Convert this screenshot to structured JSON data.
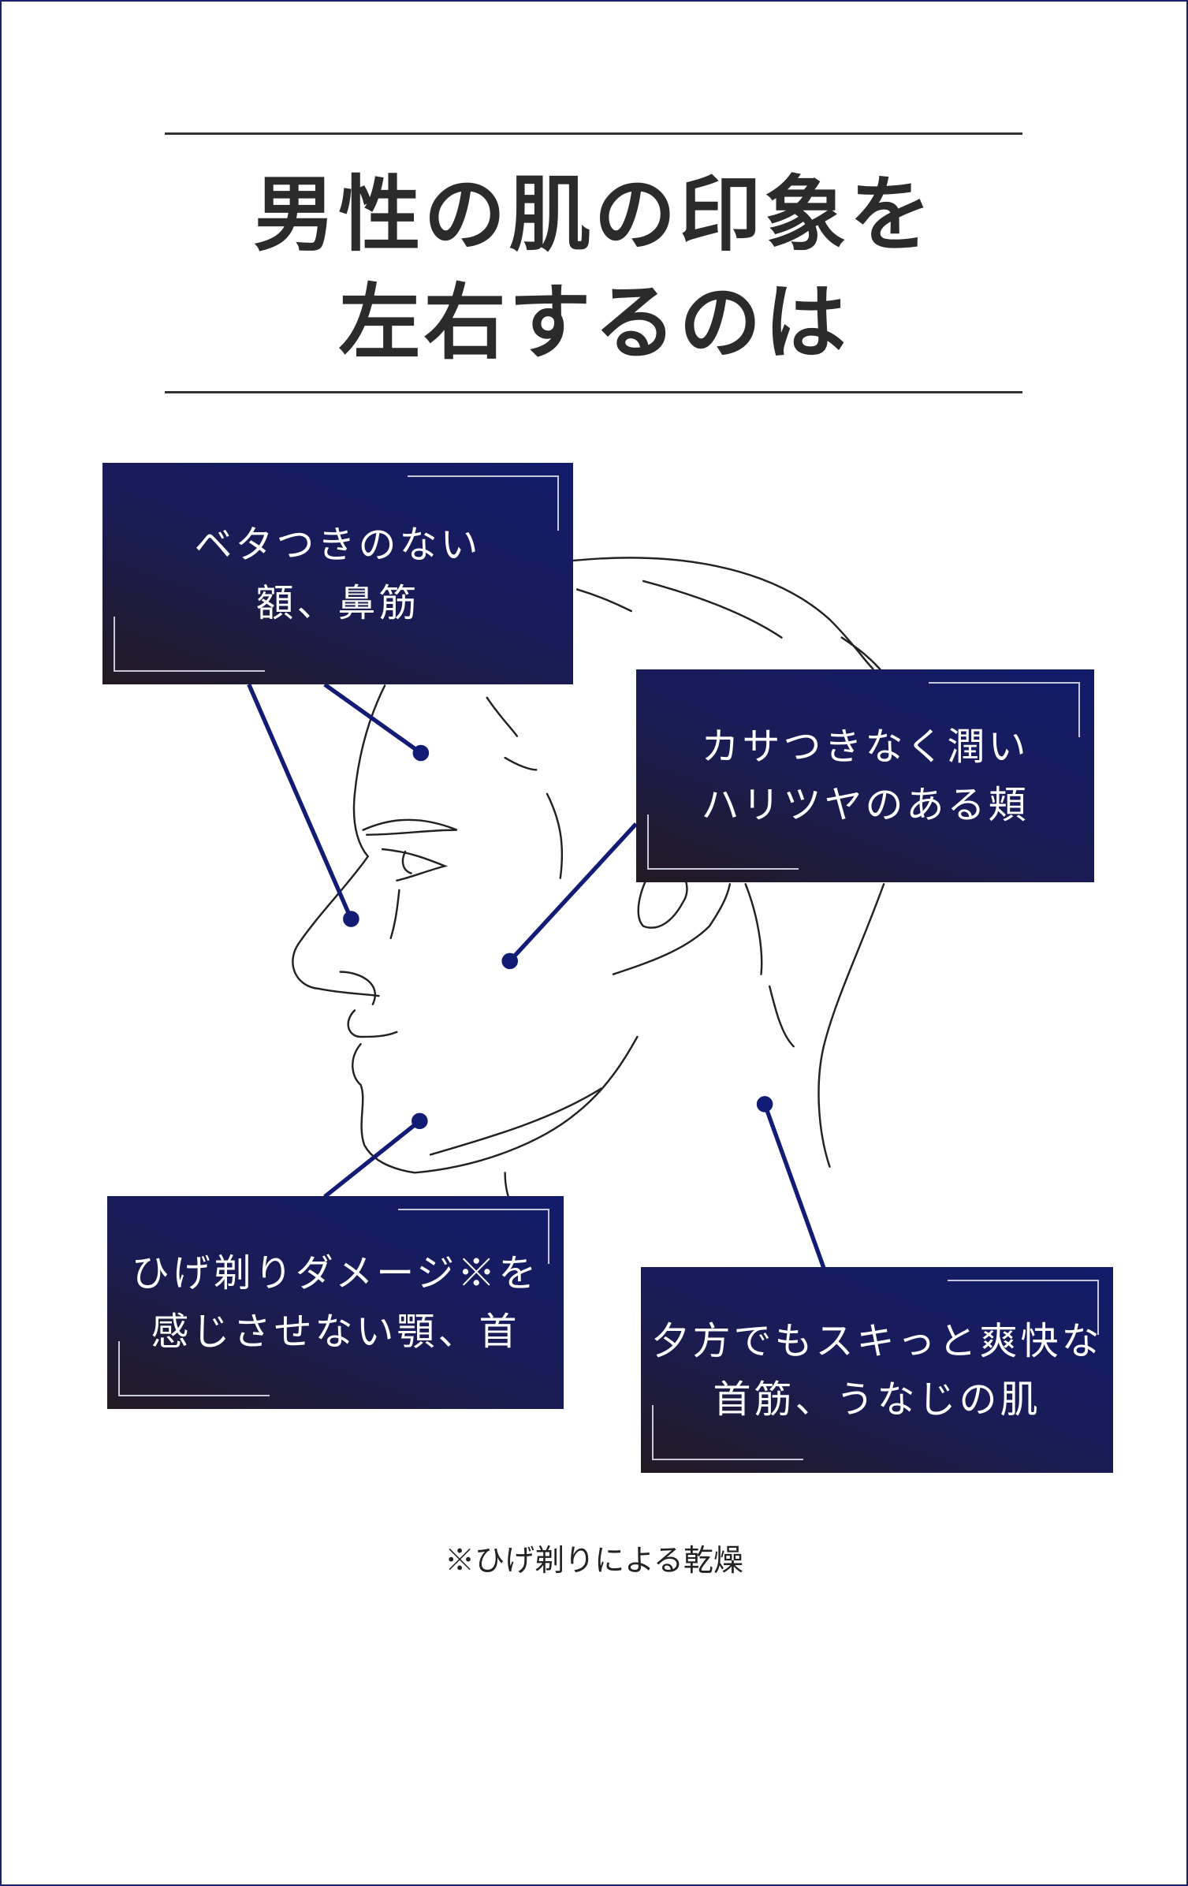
{
  "title": {
    "line1": "男性の肌の印象を",
    "line2": "左右するのは"
  },
  "callouts": [
    {
      "line1": "ベタつきのない",
      "line2": "額、鼻筋"
    },
    {
      "line1": "カサつきなく潤い",
      "line2": "ハリツヤのある頬"
    },
    {
      "line1": "ひげ剃りダメージ※を",
      "line2": "感じさせない顎、首"
    },
    {
      "line1": "夕方でもスキっと爽快な",
      "line2": "首筋、うなじの肌"
    }
  ],
  "footnote": "※ひげ剃りによる乾燥",
  "colors": {
    "navy": "#121c6b",
    "border": "#1a2270",
    "text": "#2b2b2b"
  }
}
